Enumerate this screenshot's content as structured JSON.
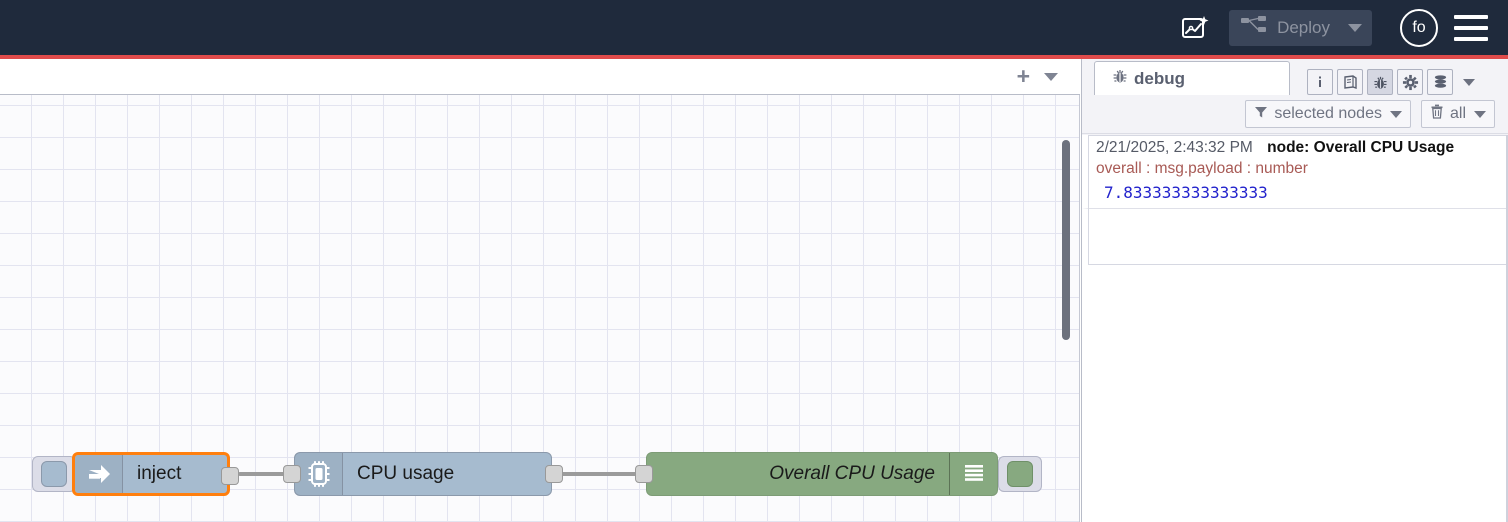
{
  "header": {
    "ai_flow_icon": "flow-sparkle-icon",
    "deploy": {
      "icon": "deploy-icon",
      "label": "Deploy",
      "caret": "chevron-down-icon"
    },
    "user_avatar": {
      "initials": "fo",
      "name": "avatar"
    },
    "menu_icon": "hamburger-menu-icon",
    "accent_bar_color": "#e04b4b",
    "background_color": "#1f2a3c"
  },
  "workspace": {
    "tabbar": {
      "add_label": "+",
      "add_icon": "plus-icon",
      "list_caret_icon": "chevron-down-icon",
      "tabs": []
    },
    "canvas": {
      "grid_size": 32,
      "grid_color": "#e3e4f0",
      "background_color": "#fbfbfd",
      "scrollbar_color": "#6c717d"
    },
    "nodes": [
      {
        "id": "inject",
        "type": "inject",
        "label": "inject",
        "icon": "arrow-right-inject-icon",
        "color": "#a6bbcf",
        "selected": true,
        "selection_color": "#ff7f0e",
        "has_left_button": true,
        "output_port": true
      },
      {
        "id": "cpu-usage",
        "type": "cpu",
        "label": "CPU usage",
        "icon": "cpu-chip-icon",
        "color": "#a6bbcf",
        "selected": false,
        "input_port": true,
        "output_port": true
      },
      {
        "id": "overall-cpu-usage",
        "type": "debug",
        "label": "Overall CPU Usage",
        "icon": "debug-lines-icon",
        "color": "#87a980",
        "selected": false,
        "input_port": true,
        "has_right_button": true,
        "enabled": true
      }
    ]
  },
  "sidebar": {
    "tab": {
      "label": "debug",
      "icon": "bug-icon",
      "active": true
    },
    "toolbar_icons": [
      {
        "name": "info-icon",
        "glyph": "i",
        "active": false
      },
      {
        "name": "help-book-icon",
        "glyph": "book",
        "active": false
      },
      {
        "name": "bug-icon",
        "glyph": "bug",
        "active": true
      },
      {
        "name": "gear-icon",
        "glyph": "gear",
        "active": false
      },
      {
        "name": "context-stack-icon",
        "glyph": "stack",
        "active": false
      }
    ],
    "toolbar_caret": "chevron-down-icon",
    "filters": [
      {
        "name": "filter-nodes",
        "icon": "funnel-icon",
        "label": "selected nodes",
        "caret": "chevron-down-icon"
      },
      {
        "name": "clear-messages",
        "icon": "trash-icon",
        "label": "all",
        "caret": "chevron-down-icon"
      }
    ],
    "messages": [
      {
        "timestamp": "2/21/2025, 2:43:32 PM",
        "node": "node: Overall CPU Usage",
        "topic": "overall : msg.payload : number",
        "value": "7.833333333333333",
        "value_color": "#2222cc",
        "topic_color": "#a85a55"
      }
    ]
  }
}
